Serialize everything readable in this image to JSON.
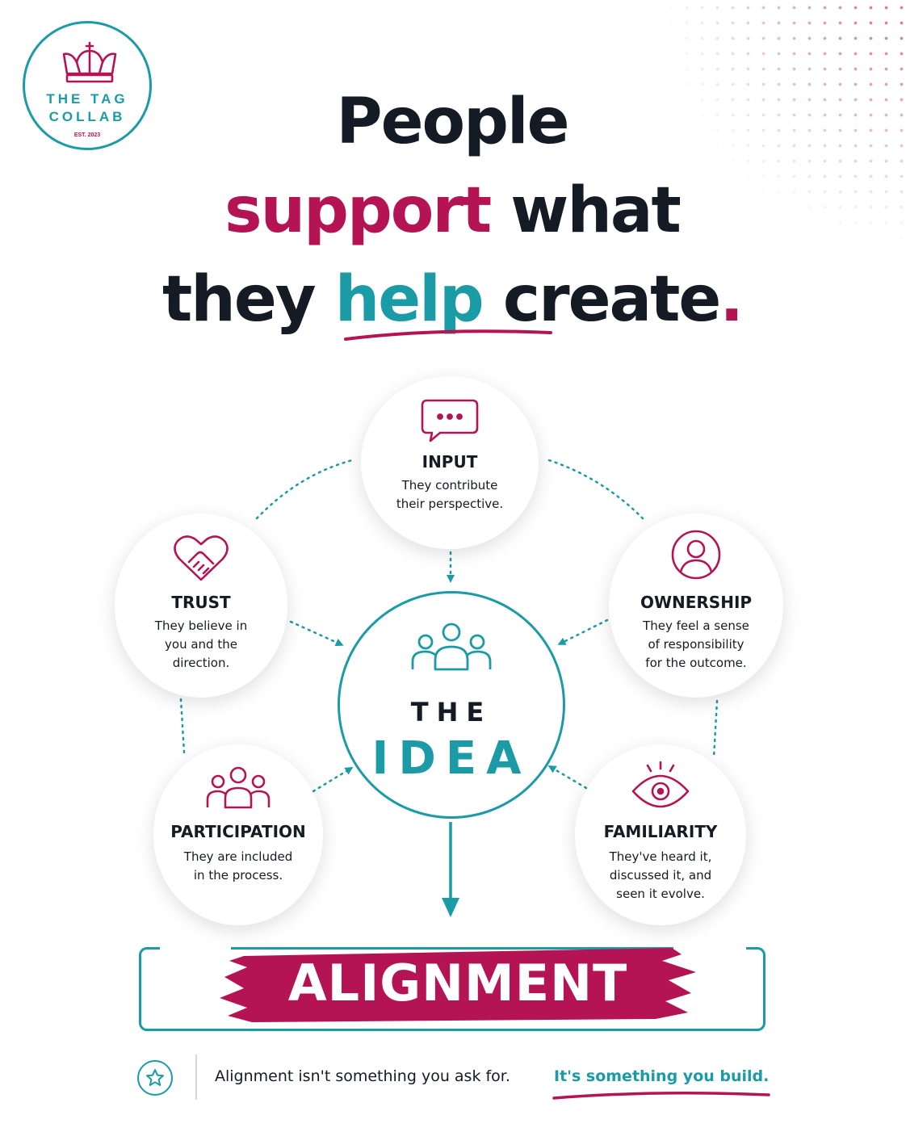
{
  "logo": {
    "name_line1": "THE TAG",
    "name_line2": "COLLAB",
    "established": "EST. 2023",
    "icon": "crown-icon"
  },
  "headline": {
    "line1": "People",
    "line2_emphasis": "support",
    "line2_rest": " what",
    "line3_start": "they ",
    "line3_emphasis": "help",
    "line3_end": " create",
    "period": "."
  },
  "center": {
    "icon": "group-people-icon",
    "line1": "THE",
    "line2": "IDEA"
  },
  "nodes": {
    "input": {
      "title": "INPUT",
      "desc1": "They contribute",
      "desc2": "their perspective.",
      "icon": "chat-bubble-icon"
    },
    "trust": {
      "title": "TRUST",
      "desc1": "They believe in",
      "desc2": "you and the",
      "desc3": "direction.",
      "icon": "heart-handshake-icon"
    },
    "ownership": {
      "title": "OWNERSHIP",
      "desc1": "They feel a sense",
      "desc2": "of responsibility",
      "desc3": "for the outcome.",
      "icon": "user-circle-icon"
    },
    "participation": {
      "title": "PARTICIPATION",
      "desc1": "They are included",
      "desc2": "in the process.",
      "icon": "people-group-icon"
    },
    "familiarity": {
      "title": "FAMILIARITY",
      "desc1": "They've heard it,",
      "desc2": "discussed it, and",
      "desc3": "seen it evolve.",
      "icon": "eye-icon"
    }
  },
  "result": {
    "label": "ALIGNMENT"
  },
  "footer": {
    "icon": "star-icon",
    "statement": "Alignment isn't something you ask for.",
    "emphasis": "It's something you build."
  },
  "colors": {
    "magenta": "#b51454",
    "teal": "#1b9ba5",
    "ink": "#141b24"
  }
}
